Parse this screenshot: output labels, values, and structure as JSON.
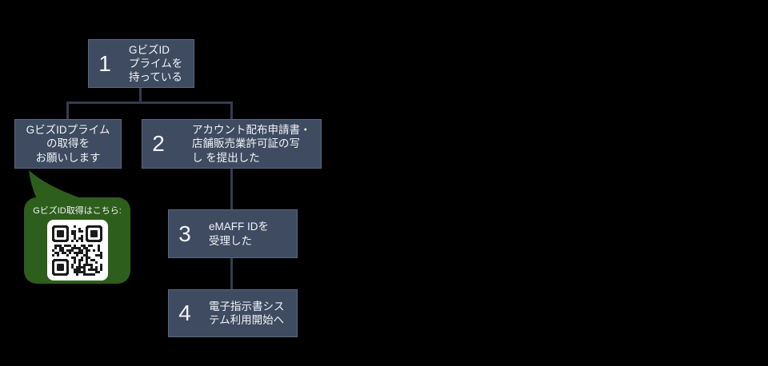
{
  "colors": {
    "bg": "#000000",
    "box_fill": "#3e4b60",
    "box_border": "#5a6880",
    "connector": "#313c50",
    "text": "#f2f4f7",
    "bubble_fill": "#2e5e1b",
    "qr_dark": "#1b1b1b",
    "qr_bg": "#ffffff"
  },
  "flow": {
    "steps": [
      {
        "number": "1",
        "label": "GビズID\nプライムを\n持っている"
      },
      {
        "number": "2",
        "label": "アカウント配布申請書・\n店舗販売業許可証の写\nし を提出した"
      },
      {
        "number": "3",
        "label": "eMAFF IDを\n受理した"
      },
      {
        "number": "4",
        "label": "電子指示書シス\nテム利用開始へ"
      }
    ],
    "side_note": {
      "label": "GビズIDプライム\nの取得を\nお願いします"
    },
    "callout": {
      "label": "GビズID取得はこちら:",
      "qr_icon": "qr-code-icon"
    }
  }
}
